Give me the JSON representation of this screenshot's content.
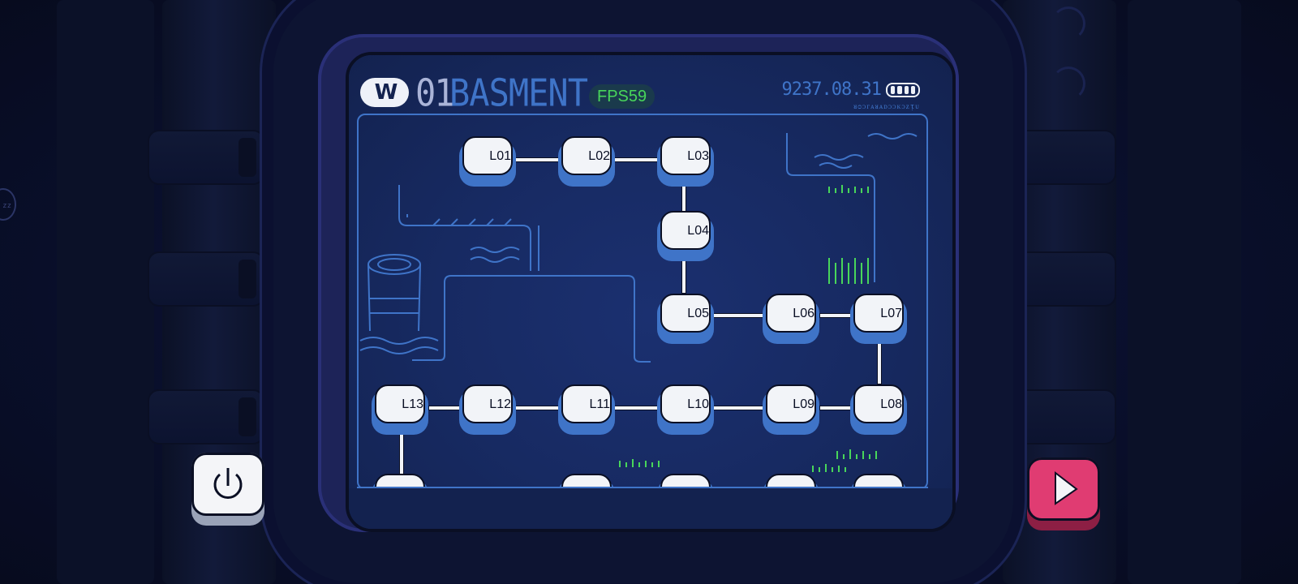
{
  "header": {
    "world_number": "01",
    "world_name": "BASMENT",
    "fps": "FPS59",
    "timecode": "9237.08.31",
    "subcode": "ᴚᴑᴐᴦᴀᴚᴀᴅᴐᴐᴋᴐᴢᴉᴜ",
    "battery_level": 4
  },
  "map": {
    "levels": [
      {
        "id": "L01",
        "label": "L01"
      },
      {
        "id": "L02",
        "label": "L02"
      },
      {
        "id": "L03",
        "label": "L03"
      },
      {
        "id": "L04",
        "label": "L04"
      },
      {
        "id": "L05",
        "label": "L05"
      },
      {
        "id": "L06",
        "label": "L06"
      },
      {
        "id": "L07",
        "label": "L07"
      },
      {
        "id": "L08",
        "label": "L08"
      },
      {
        "id": "L09",
        "label": "L09"
      },
      {
        "id": "L10",
        "label": "L10"
      },
      {
        "id": "L11",
        "label": "L11"
      },
      {
        "id": "L12",
        "label": "L12"
      },
      {
        "id": "L13",
        "label": "L13"
      }
    ]
  },
  "controls": {
    "power_icon": "power-icon",
    "play_icon": "play-icon",
    "sleep_label": "zz"
  },
  "colors": {
    "accent_blue": "#3f74c8",
    "fps_green": "#48d65a",
    "play_pink": "#e03c72"
  }
}
